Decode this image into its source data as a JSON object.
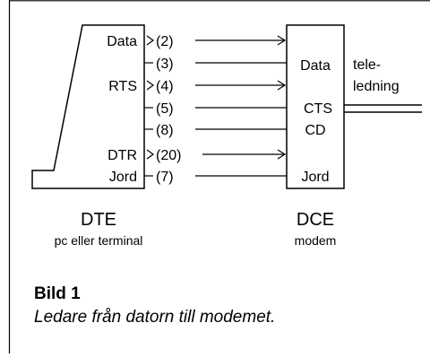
{
  "dte": {
    "signals": [
      "Data",
      "RTS",
      "DTR",
      "Jord"
    ],
    "name": "DTE",
    "subtitle": "pc eller terminal"
  },
  "dce": {
    "signals": [
      "Data",
      "CTS",
      "CD",
      "Jord"
    ],
    "name": "DCE",
    "subtitle": "modem"
  },
  "pins": [
    "(2)",
    "(3)",
    "(4)",
    "(5)",
    "(8)",
    "(20)",
    "(7)"
  ],
  "line_label": {
    "line1": "tele-",
    "line2": "ledning"
  },
  "caption": {
    "title": "Bild 1",
    "text": "Ledare från datorn till modemet."
  }
}
